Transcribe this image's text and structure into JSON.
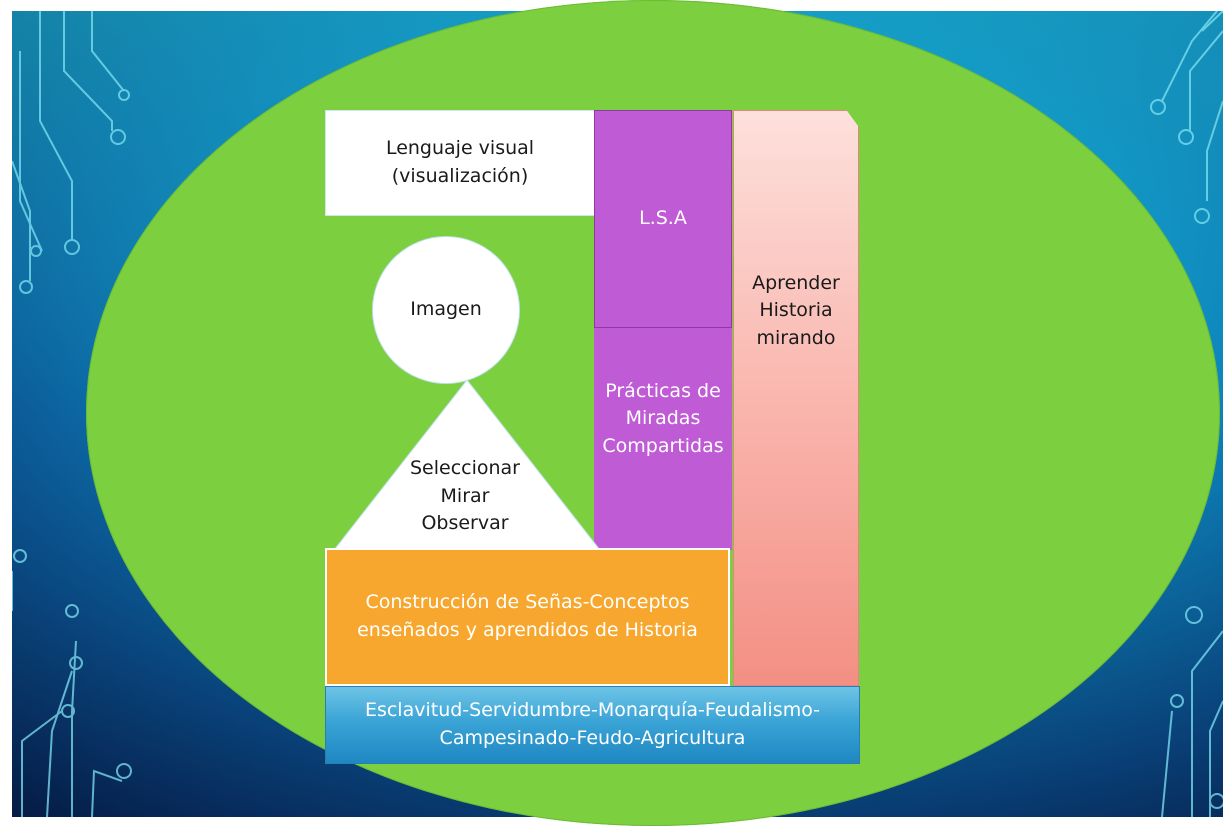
{
  "diagram": {
    "lenguaje_visual": "Lenguaje visual (visualización)",
    "lsa": "L.S.A",
    "imagen": "Imagen",
    "seleccionar": "Seleccionar",
    "mirar": "Mirar",
    "observar": "Observar",
    "practicas": "Prácticas de Miradas Compartidas",
    "aprender": "Aprender Historia mirando",
    "construccion": "Construcción de Señas-Conceptos enseñados y aprendidos de Historia",
    "esclavitud": "Esclavitud-Servidumbre-Monarquía-Feudalismo-Campesinado-Feudo-Agricultura"
  },
  "colors": {
    "ellipse": "#7ccf3f",
    "purple": "#c05bd6",
    "orange": "#f7a72e",
    "salmon": "#f38f84",
    "blue": "#3aa4d6",
    "background": "#0c8fc4"
  }
}
